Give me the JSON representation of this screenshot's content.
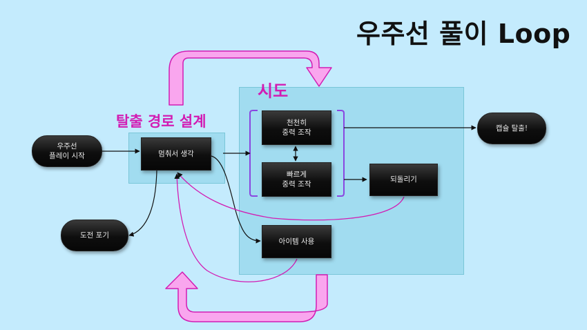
{
  "title": "우주선 풀이 Loop",
  "regions": {
    "try_label": "시도",
    "escape_label": "탈출 경로 설계"
  },
  "nodes": {
    "start": "우주선\n플레이 시작",
    "think": "멈춰서 생각",
    "giveup": "도전 포기",
    "slow": "천천히\n중력 조작",
    "fast": "빠르게\n중력 조작",
    "revert": "되돌리기",
    "item": "아이템 사용",
    "escape": "캡슐 탈출!"
  },
  "colors": {
    "background": "#c4ebfd",
    "loop_arrow": "#f9a6ee",
    "accent_magenta": "#d21cb3",
    "bracket_purple": "#8a46e0"
  }
}
